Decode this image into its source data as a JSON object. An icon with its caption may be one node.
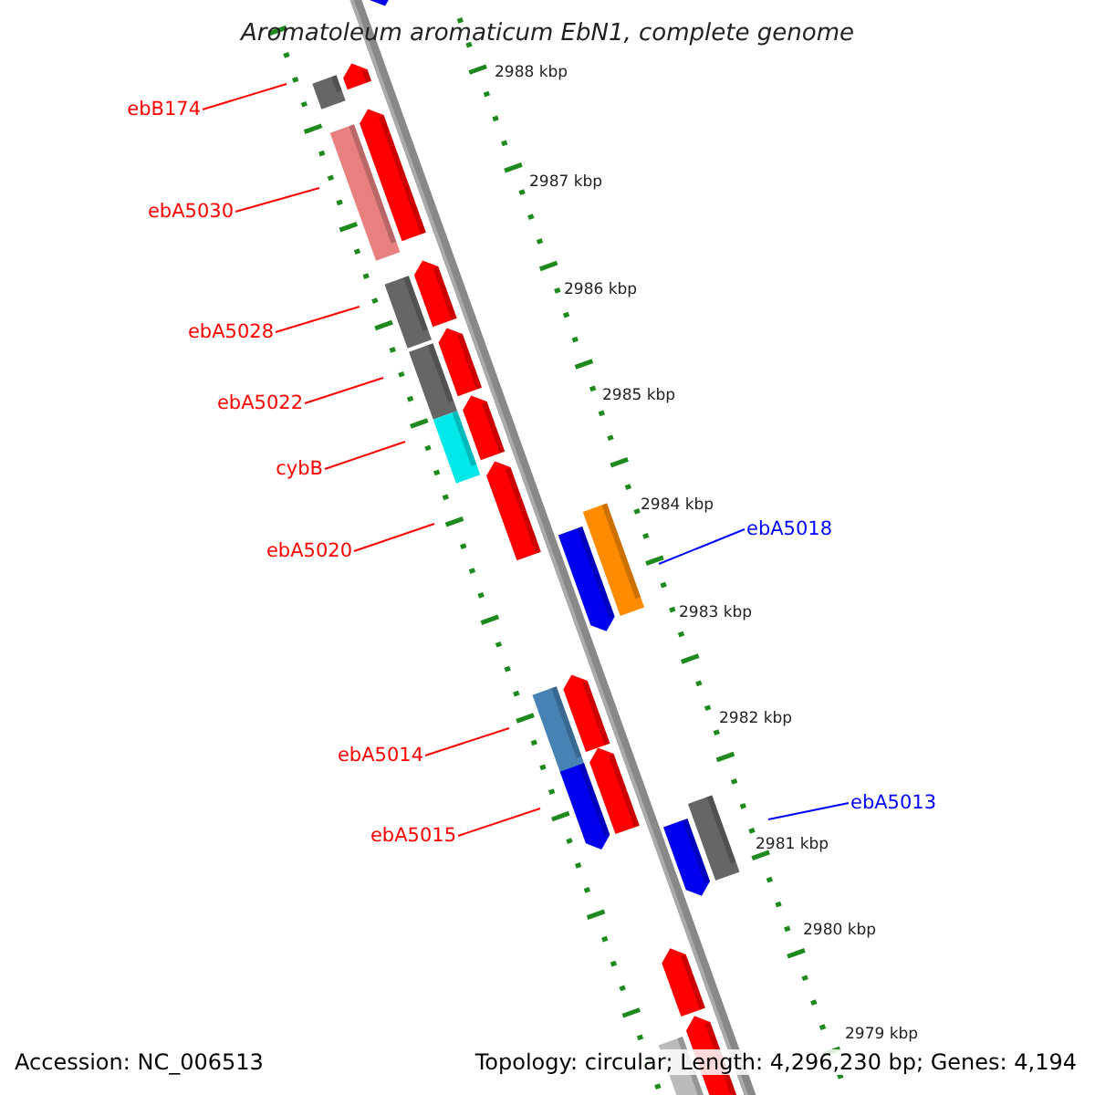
{
  "diagram": {
    "title": "Aromatoleum aromaticum EbN1, complete genome",
    "nodes": [
      {
        "text": [
          "ebB174"
        ]
      },
      {
        "text": [
          "ebA5030"
        ]
      },
      {
        "text": [
          "ebA5028"
        ]
      },
      {
        "text": [
          "ebA5022"
        ]
      },
      {
        "text": [
          "cybB"
        ]
      },
      {
        "text": [
          "ebA5020"
        ]
      },
      {
        "text": [
          "ebA5014"
        ]
      },
      {
        "text": [
          "ebA5015"
        ]
      },
      {
        "text": [
          "ebA5018"
        ]
      },
      {
        "text": [
          "ebA5013"
        ]
      }
    ],
    "edges": [
      {
        "from": 0,
        "to": null,
        "arrow": "none"
      },
      {
        "from": 1,
        "to": null,
        "arrow": "none"
      },
      {
        "from": 2,
        "to": null,
        "arrow": "none"
      },
      {
        "from": 3,
        "to": null,
        "arrow": "none"
      },
      {
        "from": 4,
        "to": null,
        "arrow": "none"
      },
      {
        "from": 5,
        "to": null,
        "arrow": "none"
      },
      {
        "from": 6,
        "to": null,
        "arrow": "none"
      },
      {
        "from": 7,
        "to": null,
        "arrow": "none"
      },
      {
        "from": 8,
        "to": null,
        "arrow": "none",
        "color": "#0000ff"
      },
      {
        "from": 9,
        "to": null,
        "arrow": "none",
        "color": "#0000ff"
      }
    ],
    "labels": [
      "2988 kbp",
      "2987 kbp",
      "2986 kbp",
      "2985 kbp",
      "2984 kbp",
      "2983 kbp",
      "2982 kbp",
      "2981 kbp",
      "2980 kbp",
      "2979 kbp",
      "Accession: NC_006513",
      "Topology: circular; Length: 4,296,230 bp; Genes: 4,194"
    ]
  }
}
